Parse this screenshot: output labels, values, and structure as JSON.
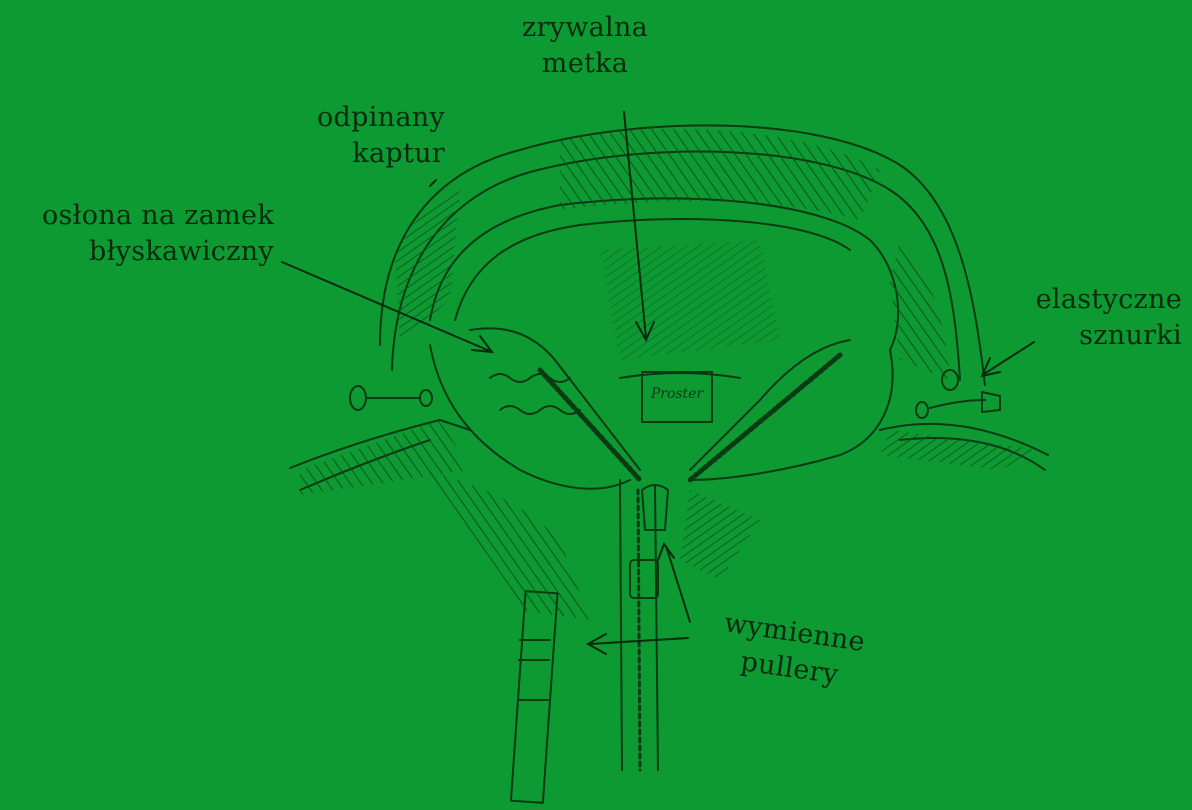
{
  "colors": {
    "background": "#0e9a32",
    "ink": "#062a0e"
  },
  "labels": {
    "tag": [
      "zrywalna",
      "metka"
    ],
    "hood": [
      "odpinany",
      "kaptur"
    ],
    "zip_guard": [
      "osłona na zamek",
      "błyskawiczny"
    ],
    "cords": [
      "elastyczne",
      "sznurki"
    ],
    "pullers": [
      "wymienne",
      "pullery"
    ]
  },
  "brand_tag_text": "Proster"
}
